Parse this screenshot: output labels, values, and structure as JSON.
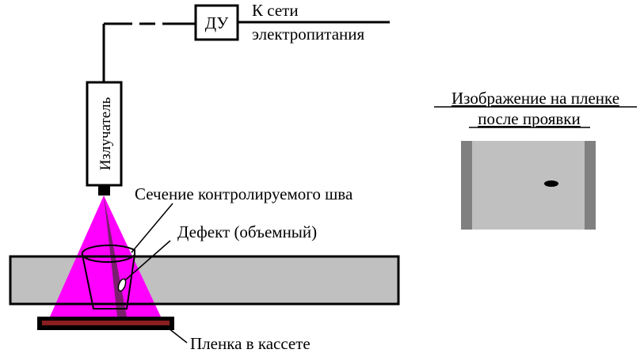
{
  "labels": {
    "du": "ДУ",
    "mains_line1": "К сети",
    "mains_line2": "электропитания",
    "emitter": "Излучатель",
    "weld_section": "Сечение контролируемого шва",
    "defect": "Дефект (объемный)",
    "film": "Пленка в кассете",
    "film_image_line1": "Изображение на пленке",
    "film_image_line2": "после проявки"
  },
  "colors": {
    "radiation_beam": "#ff00ff",
    "beam_core": "#7a1f6e",
    "plate": "#c0c0c0",
    "film_strip": "#8b1e1e",
    "film_image_bg": "#c0c0c0",
    "film_image_edge": "#808080",
    "defect": "#ffffff",
    "defect_shadow": "#000000"
  }
}
